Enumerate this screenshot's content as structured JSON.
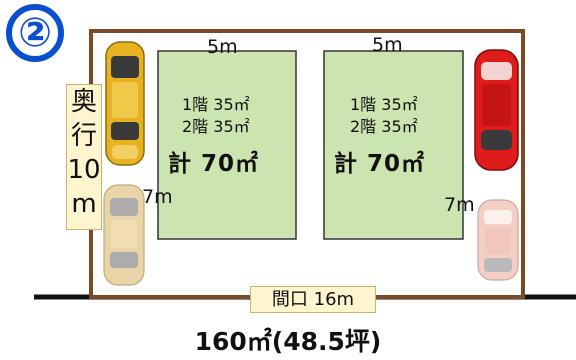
{
  "badge": "②",
  "building_width_left": "5m",
  "building_width_right": "5m",
  "buildings": [
    {
      "floor1": "1階 35㎡",
      "floor2": "2階 35㎡",
      "total": "計 70㎡"
    },
    {
      "floor1": "1階 35㎡",
      "floor2": "2階 35㎡",
      "total": "計 70㎡"
    }
  ],
  "depth_label": [
    "奥",
    "行",
    "10",
    "m"
  ],
  "building_depth_left": "7m",
  "building_depth_right": "7m",
  "frontage_label": "間口 16m",
  "site_area": "160㎡(48.5坪)",
  "colors": {
    "lot_border": "#7b4a26",
    "building_fill": "#cce4b0",
    "building_stroke": "#333333",
    "road": "#111111",
    "badge": "#0a4fcf",
    "label_bg": "#fdf5cf"
  },
  "icons": [
    "yellow-car-icon",
    "faded-yellow-car-icon",
    "red-car-icon",
    "faded-red-car-icon"
  ]
}
